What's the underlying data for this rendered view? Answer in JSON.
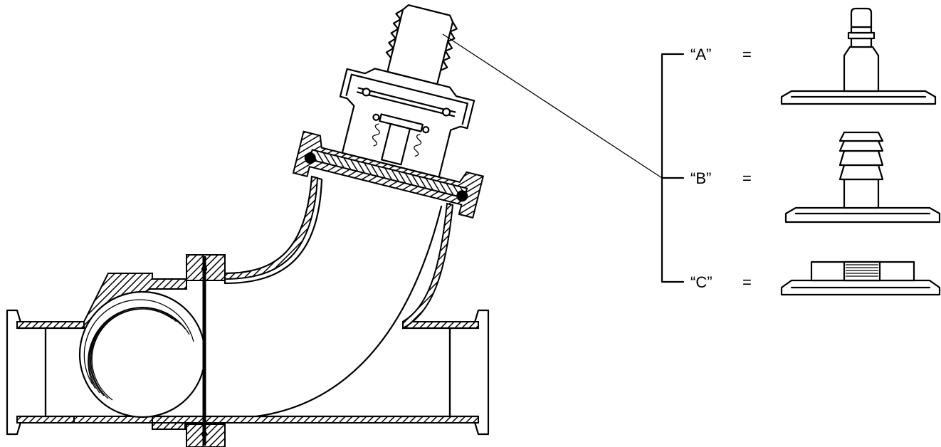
{
  "options": [
    {
      "label": "“A”",
      "equals": "=",
      "fitting": "hose-barb-with-beaded-tip"
    },
    {
      "label": "“B”",
      "equals": "=",
      "fitting": "multi-barb-hose-fitting"
    },
    {
      "label": "“C”",
      "equals": "=",
      "fitting": "threaded-adapter"
    }
  ]
}
